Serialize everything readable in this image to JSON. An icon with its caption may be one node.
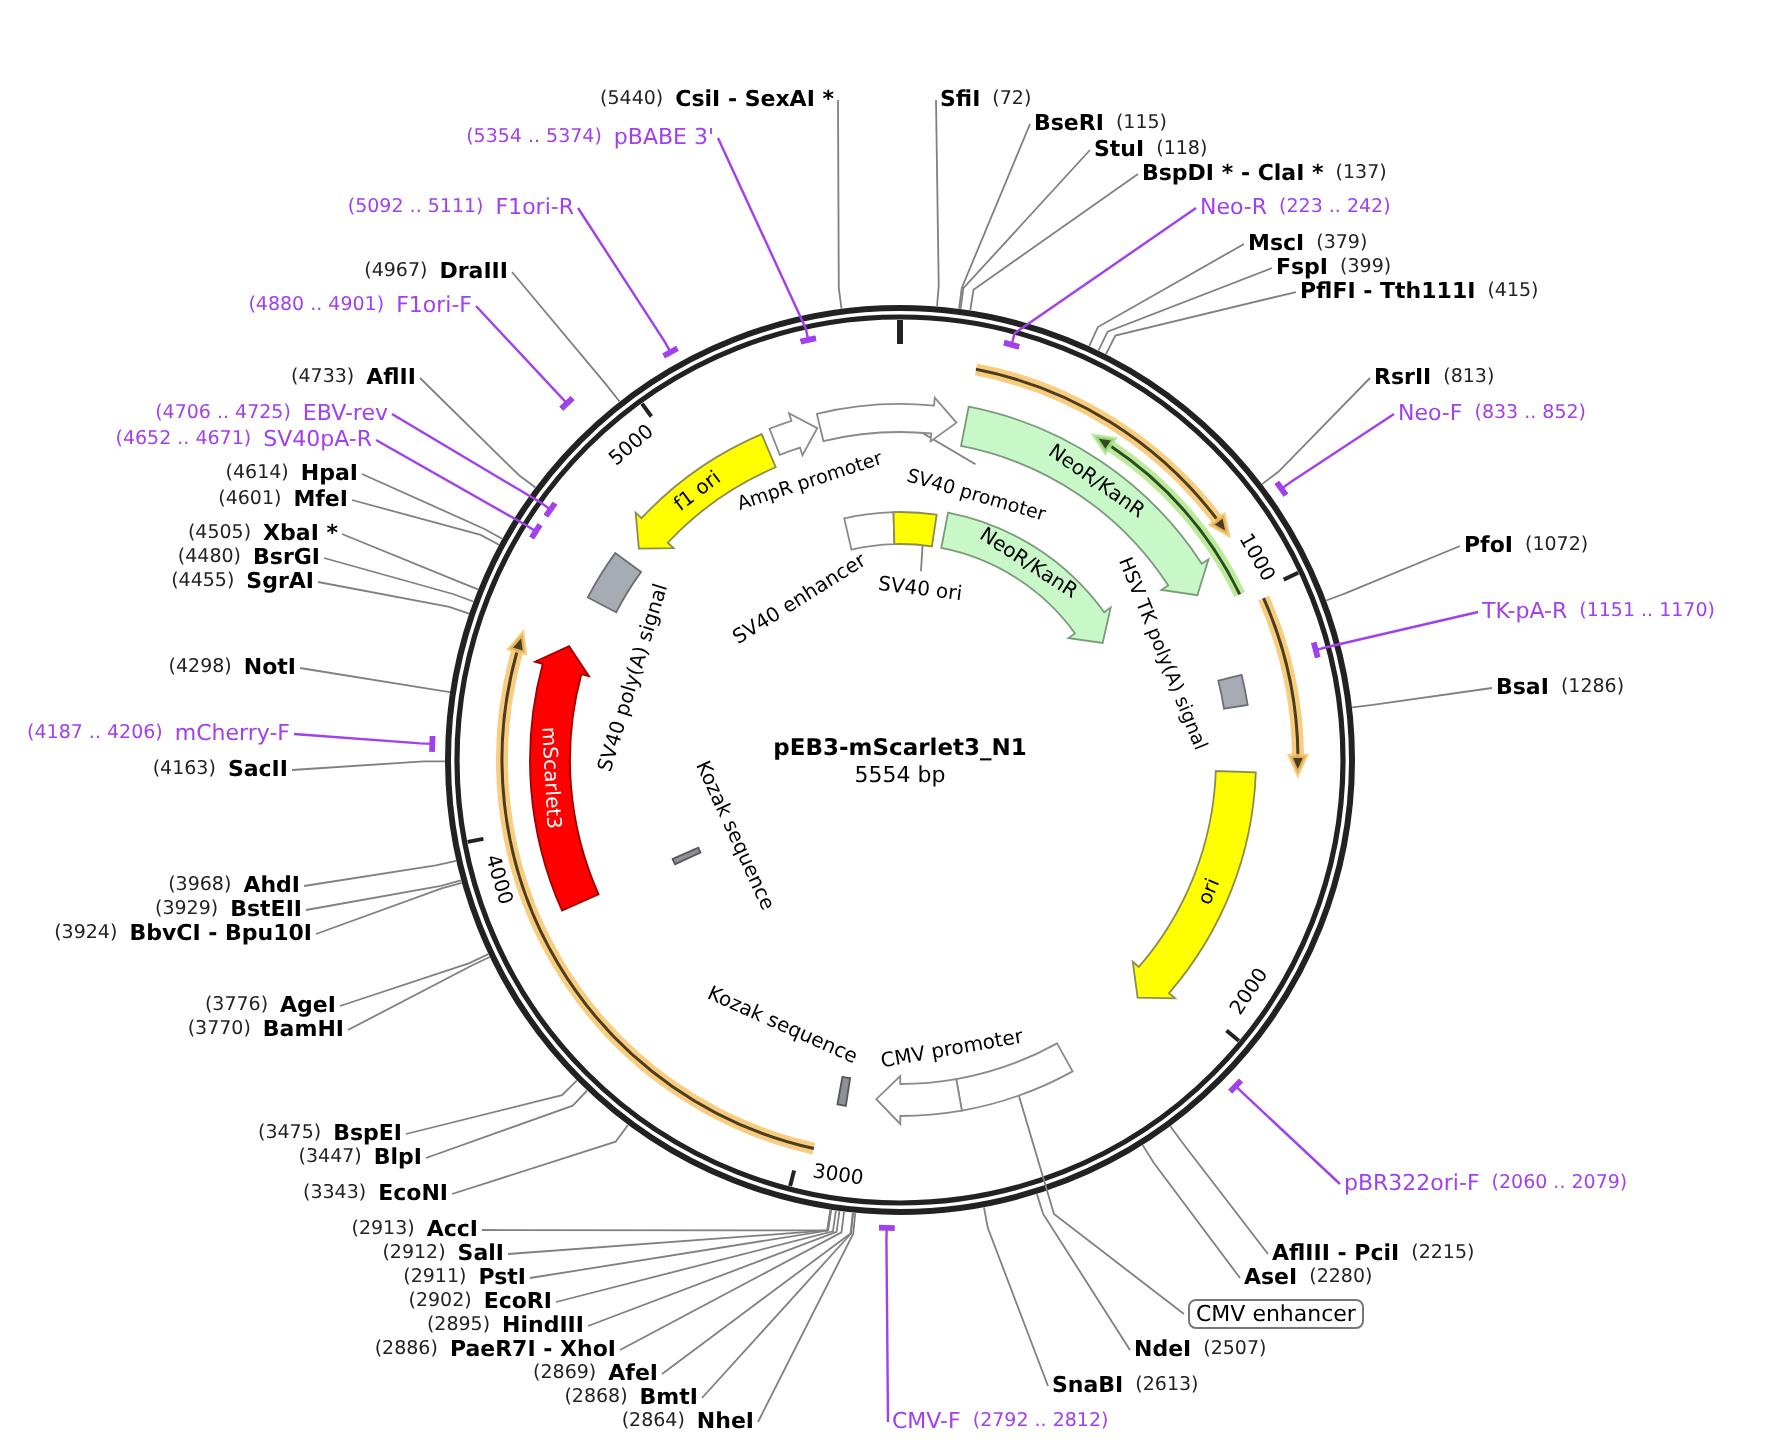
{
  "diagram": {
    "title": "pEB3-mScarlet3_N1",
    "nodes": [
      {
        "text": [
          "SfiI",
          "(72)"
        ]
      },
      {
        "text": [
          "BseRI",
          "(115)"
        ]
      },
      {
        "text": [
          "StuI",
          "(118)"
        ]
      },
      {
        "text": [
          "BspDI * - ClaI *",
          "(137)"
        ]
      },
      {
        "text": [
          "Neo-R",
          "(223 .. 242)"
        ]
      },
      {
        "text": [
          "MscI",
          "(379)"
        ]
      },
      {
        "text": [
          "FspI",
          "(399)"
        ]
      },
      {
        "text": [
          "PflFI - Tth111I",
          "(415)"
        ]
      },
      {
        "text": [
          "RsrII",
          "(813)"
        ]
      },
      {
        "text": [
          "Neo-F",
          "(833 .. 852)"
        ]
      },
      {
        "text": [
          "PfoI",
          "(1072)"
        ]
      },
      {
        "text": [
          "TK-pA-R",
          "(1151 .. 1170)"
        ]
      },
      {
        "text": [
          "BsaI",
          "(1286)"
        ]
      },
      {
        "text": [
          "pBR322ori-F",
          "(2060 .. 2079)"
        ]
      },
      {
        "text": [
          "AflIII - PciI",
          "(2215)"
        ]
      },
      {
        "text": [
          "AseI",
          "(2280)"
        ]
      },
      {
        "text": [
          "CMV enhancer"
        ]
      },
      {
        "text": [
          "NdeI",
          "(2507)"
        ]
      },
      {
        "text": [
          "SnaBI",
          "(2613)"
        ]
      },
      {
        "text": [
          "CMV-F",
          "(2792 .. 2812)"
        ]
      },
      {
        "text": [
          "(2864)",
          "NheI"
        ]
      },
      {
        "text": [
          "(2868)",
          "BmtI"
        ]
      },
      {
        "text": [
          "(2869)",
          "AfeI"
        ]
      },
      {
        "text": [
          "(2886)",
          "PaeR7I - XhoI"
        ]
      },
      {
        "text": [
          "(2895)",
          "HindIII"
        ]
      },
      {
        "text": [
          "(2902)",
          "EcoRI"
        ]
      },
      {
        "text": [
          "(2911)",
          "PstI"
        ]
      },
      {
        "text": [
          "(2912)",
          "SalI"
        ]
      },
      {
        "text": [
          "(2913)",
          "AccI"
        ]
      },
      {
        "text": [
          "(3343)",
          "EcoNI"
        ]
      },
      {
        "text": [
          "(3447)",
          "BlpI"
        ]
      },
      {
        "text": [
          "(3475)",
          "BspEI"
        ]
      },
      {
        "text": [
          "(3770)",
          "BamHI"
        ]
      },
      {
        "text": [
          "(3776)",
          "AgeI"
        ]
      },
      {
        "text": [
          "(3924)",
          "BbvCI - Bpu10I"
        ]
      },
      {
        "text": [
          "(3929)",
          "BstEII"
        ]
      },
      {
        "text": [
          "(3968)",
          "AhdI"
        ]
      },
      {
        "text": [
          "(4163)",
          "SacII"
        ]
      },
      {
        "text": [
          "(4187 .. 4206)",
          "mCherry-F"
        ]
      },
      {
        "text": [
          "(4298)",
          "NotI"
        ]
      },
      {
        "text": [
          "(4455)",
          "SgrAI"
        ]
      },
      {
        "text": [
          "(4480)",
          "BsrGI"
        ]
      },
      {
        "text": [
          "(4505)",
          "XbaI *"
        ]
      },
      {
        "text": [
          "(4601)",
          "MfeI"
        ]
      },
      {
        "text": [
          "(4614)",
          "HpaI"
        ]
      },
      {
        "text": [
          "(4652 .. 4671)",
          "SV40pA-R"
        ]
      },
      {
        "text": [
          "(4706 .. 4725)",
          "EBV-rev"
        ]
      },
      {
        "text": [
          "(4733)",
          "AflII"
        ]
      },
      {
        "text": [
          "(4880 .. 4901)",
          "F1ori-F"
        ]
      },
      {
        "text": [
          "(4967)",
          "DraIII"
        ]
      },
      {
        "text": [
          "(5092 .. 5111)",
          "F1ori-R"
        ]
      },
      {
        "text": [
          "(5354 .. 5374)",
          "pBABE 3'"
        ]
      },
      {
        "text": [
          "(5440)",
          "CsiI - SexAI *"
        ]
      },
      {
        "text": [
          "SV40 promoter"
        ]
      },
      {
        "text": [],
        "shape": "arrow"
      },
      {
        "text": [],
        "shape": "arrow",
        "beside": [
          "AmpR promoter"
        ]
      },
      {
        "text": [
          "f1 ori"
        ]
      },
      {
        "text": [],
        "shape": "box",
        "beside": [
          "SV40 poly(A) signal"
        ]
      },
      {
        "text": [
          "mScarlet3"
        ]
      },
      {
        "text": [
          "NeoR/KanR"
        ]
      },
      {
        "text": [],
        "shape": "box",
        "beside": [
          "HSV TK poly(A) signal"
        ]
      },
      {
        "text": [
          "ori"
        ]
      },
      {
        "text": [],
        "shape": "box"
      },
      {
        "text": [],
        "shape": "arrow",
        "beside": [
          "CMV promoter"
        ]
      },
      {
        "text": [],
        "shape": "bar",
        "beside": [
          "Kozak sequence"
        ]
      },
      {
        "text": [],
        "shape": "bar",
        "beside": [
          "Kozak sequence"
        ]
      },
      {
        "text": [],
        "shape": "box",
        "beside": [
          "SV40 enhancer"
        ]
      },
      {
        "text": [],
        "shape": "box"
      },
      {
        "text": [
          "SV40 ori"
        ]
      },
      {
        "text": [
          "NeoR/KanR"
        ]
      }
    ],
    "edges": [
      {
        "from": 0,
        "to": null,
        "arrow": "none"
      },
      {
        "from": 1,
        "to": null,
        "arrow": "none"
      },
      {
        "from": 2,
        "to": null,
        "arrow": "none"
      },
      {
        "from": 3,
        "to": null,
        "arrow": "none"
      },
      {
        "from": 4,
        "to": null,
        "arrow": "other",
        "color": "#a040ee"
      },
      {
        "from": 5,
        "to": null,
        "arrow": "none"
      },
      {
        "from": 6,
        "to": null,
        "arrow": "none"
      },
      {
        "from": 7,
        "to": null,
        "arrow": "none"
      },
      {
        "from": 8,
        "to": null,
        "arrow": "none"
      },
      {
        "from": 9,
        "to": null,
        "arrow": "other",
        "color": "#a040ee"
      },
      {
        "from": 10,
        "to": null,
        "arrow": "none"
      },
      {
        "from": 11,
        "to": null,
        "arrow": "other",
        "color": "#a040ee"
      },
      {
        "from": 12,
        "to": null,
        "arrow": "none"
      },
      {
        "from": 13,
        "to": null,
        "arrow": "other",
        "color": "#a040ee"
      },
      {
        "from": 14,
        "to": null,
        "arrow": "none"
      },
      {
        "from": 15,
        "to": null,
        "arrow": "none"
      },
      {
        "from": 16,
        "to": 62,
        "arrow": "none"
      },
      {
        "from": 17,
        "to": null,
        "arrow": "none"
      },
      {
        "from": 18,
        "to": null,
        "arrow": "none"
      },
      {
        "from": 19,
        "to": null,
        "arrow": "other",
        "color": "#a040ee"
      },
      {
        "from": 20,
        "to": null,
        "arrow": "none"
      },
      {
        "from": 21,
        "to": null,
        "arrow": "none"
      },
      {
        "from": 22,
        "to": null,
        "arrow": "none"
      },
      {
        "from": 23,
        "to": null,
        "arrow": "none"
      },
      {
        "from": 24,
        "to": null,
        "arrow": "none"
      },
      {
        "from": 25,
        "to": null,
        "arrow": "none"
      },
      {
        "from": 26,
        "to": null,
        "arrow": "none"
      },
      {
        "from": 27,
        "to": null,
        "arrow": "none"
      },
      {
        "from": 28,
        "to": null,
        "arrow": "none"
      },
      {
        "from": 29,
        "to": null,
        "arrow": "none"
      },
      {
        "from": 30,
        "to": null,
        "arrow": "none"
      },
      {
        "from": 31,
        "to": null,
        "arrow": "none"
      },
      {
        "from": 32,
        "to": null,
        "arrow": "none"
      },
      {
        "from": 33,
        "to": null,
        "arrow": "none"
      },
      {
        "from": 34,
        "to": null,
        "arrow": "none"
      },
      {
        "from": 35,
        "to": null,
        "arrow": "none"
      },
      {
        "from": 36,
        "to": null,
        "arrow": "none"
      },
      {
        "from": 37,
        "to": null,
        "arrow": "none"
      },
      {
        "from": 38,
        "to": null,
        "arrow": "other",
        "color": "#a040ee"
      },
      {
        "from": 39,
        "to": null,
        "arrow": "none"
      },
      {
        "from": 40,
        "to": null,
        "arrow": "none"
      },
      {
        "from": 41,
        "to": null,
        "arrow": "none"
      },
      {
        "from": 42,
        "to": null,
        "arrow": "none"
      },
      {
        "from": 43,
        "to": null,
        "arrow": "none"
      },
      {
        "from": 44,
        "to": null,
        "arrow": "none"
      },
      {
        "from": 45,
        "to": null,
        "arrow": "other",
        "color": "#a040ee"
      },
      {
        "from": 46,
        "to": null,
        "arrow": "other",
        "color": "#a040ee"
      },
      {
        "from": 47,
        "to": null,
        "arrow": "none"
      },
      {
        "from": 48,
        "to": null,
        "arrow": "other",
        "color": "#a040ee"
      },
      {
        "from": 49,
        "to": null,
        "arrow": "none"
      },
      {
        "from": 50,
        "to": null,
        "arrow": "other",
        "color": "#a040ee"
      },
      {
        "from": 51,
        "to": null,
        "arrow": "other",
        "color": "#a040ee"
      },
      {
        "from": 52,
        "to": null,
        "arrow": "none"
      },
      {
        "from": 53,
        "to": 54,
        "arrow": "none"
      },
      {
        "from": 68,
        "to": 67,
        "arrow": "none"
      }
    ],
    "labels": [
      "5000",
      "1000",
      "5554 bp",
      "4000",
      "2000",
      "3000"
    ]
  }
}
